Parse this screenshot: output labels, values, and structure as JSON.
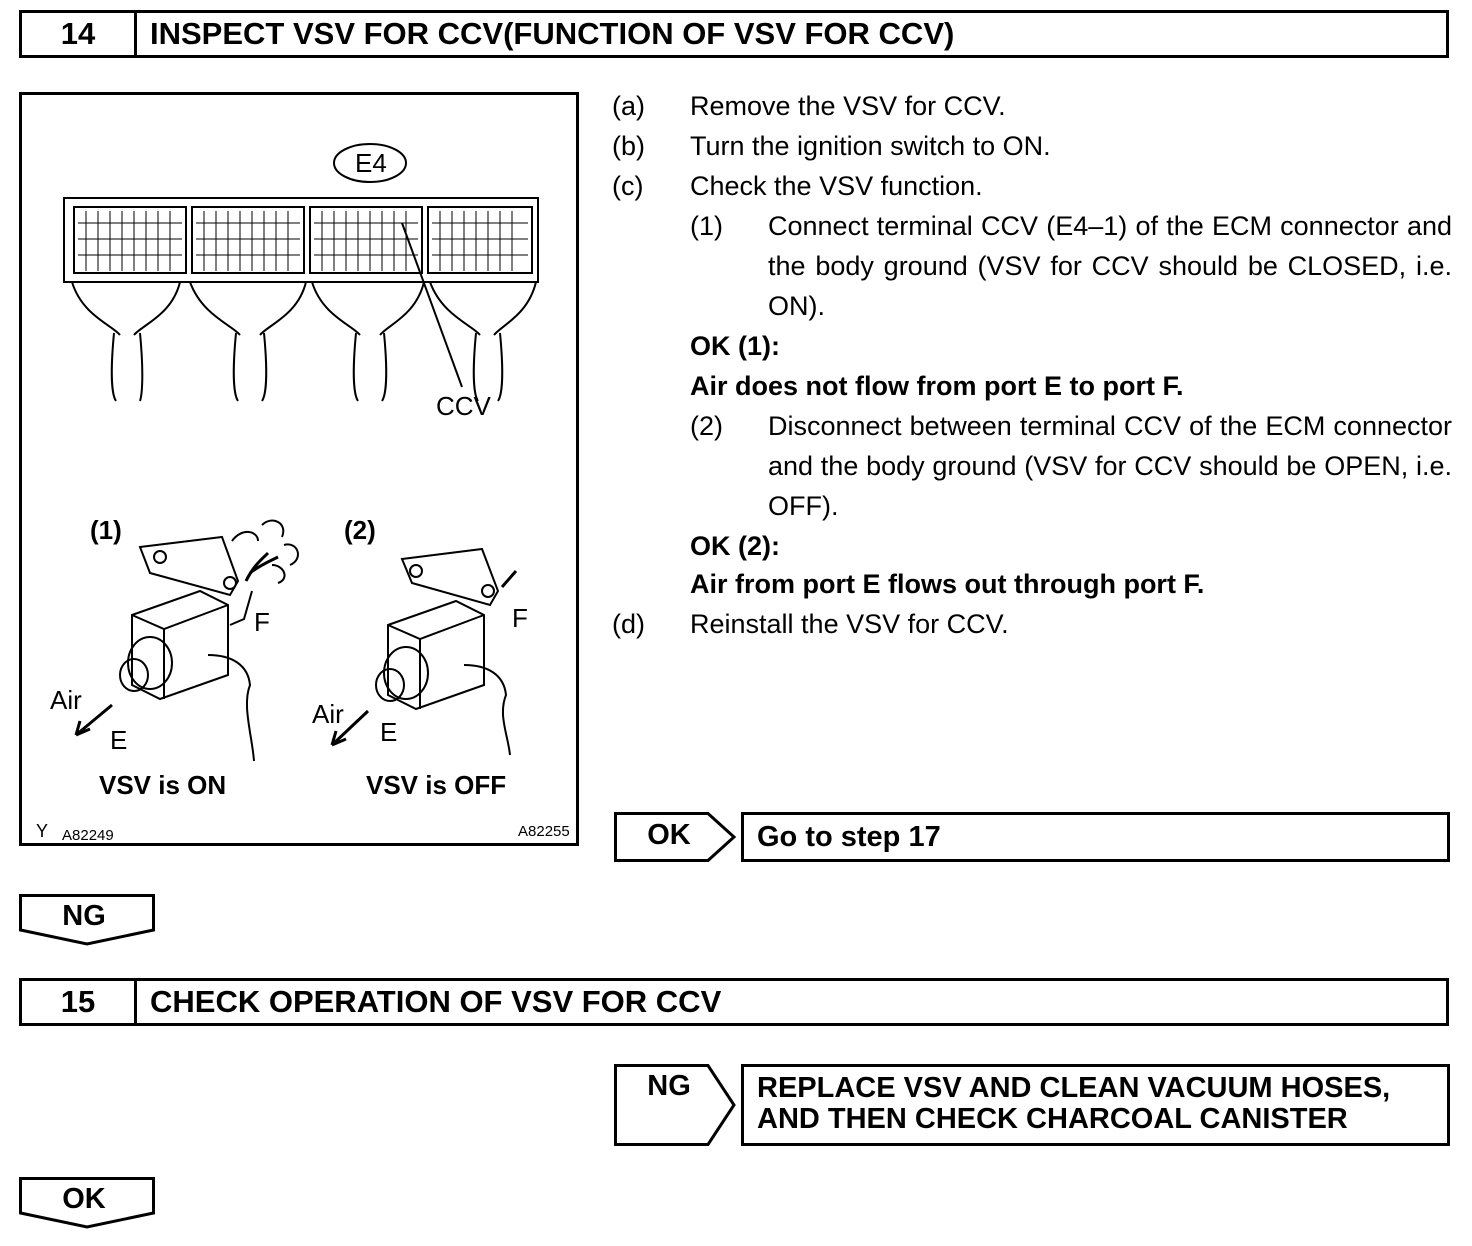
{
  "step14": {
    "number": "14",
    "title": "INSPECT VSV FOR CCV(FUNCTION OF VSV FOR CCV)"
  },
  "figure": {
    "connector_label": "E4",
    "ccv_label": "CCV",
    "sub1_label": "(1)",
    "sub2_label": "(2)",
    "port_f": "F",
    "port_e": "E",
    "air": "Air",
    "caption_on": "VSV is ON",
    "caption_off": "VSV is OFF",
    "code_y": "Y",
    "code_left": "A82249",
    "code_right": "A82255"
  },
  "instructions": {
    "a": {
      "label": "(a)",
      "text": "Remove the VSV for CCV."
    },
    "b": {
      "label": "(b)",
      "text": "Turn the ignition switch to ON."
    },
    "c": {
      "label": "(c)",
      "text": "Check the VSV function."
    },
    "c1": {
      "label": "(1)",
      "text": "Connect terminal CCV (E4–1) of the ECM connector and the body ground (VSV for CCV should be CLOSED, i.e. ON)."
    },
    "ok1_head": "OK (1):",
    "ok1_text": "Air does not flow from port E to port F.",
    "c2": {
      "label": "(2)",
      "text": "Disconnect between terminal CCV of the ECM connector and the body ground (VSV for CCV should be OPEN, i.e. OFF)."
    },
    "ok2_head": "OK (2):",
    "ok2_text": "Air from port E flows out through port F.",
    "d": {
      "label": "(d)",
      "text": "Reinstall the VSV for CCV."
    }
  },
  "result14_ok": {
    "tag": "OK",
    "text": "Go to step 17"
  },
  "ng14": "NG",
  "step15": {
    "number": "15",
    "title": "CHECK OPERATION OF VSV FOR CCV"
  },
  "result15_ng": {
    "tag": "NG",
    "line1": "REPLACE VSV AND CLEAN VACUUM HOSES,",
    "line2": "AND THEN CHECK CHARCOAL CANISTER"
  },
  "ok15": "OK"
}
